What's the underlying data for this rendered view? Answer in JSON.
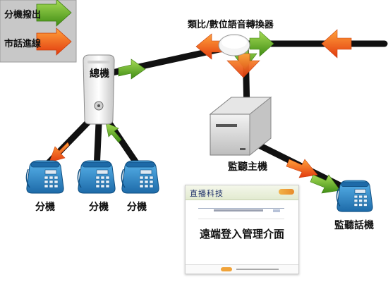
{
  "legend": {
    "extension_out": "分機撥出",
    "trunk_in": "市話進線"
  },
  "labels": {
    "pbx": "總機",
    "converter": "類比/數位語音轉換器",
    "monitor_host": "監聽主機",
    "ext1": "分機",
    "ext2": "分機",
    "ext3": "分機",
    "monitor_phone": "監聽話機"
  },
  "remote_login": {
    "header_title": "直播科技",
    "caption": "遠端登入管理介面"
  },
  "colors": {
    "green_arrow": "#5aa020",
    "orange_arrow": "#f05a14",
    "phone_blue": "#2b86c9",
    "line": "#111111"
  }
}
